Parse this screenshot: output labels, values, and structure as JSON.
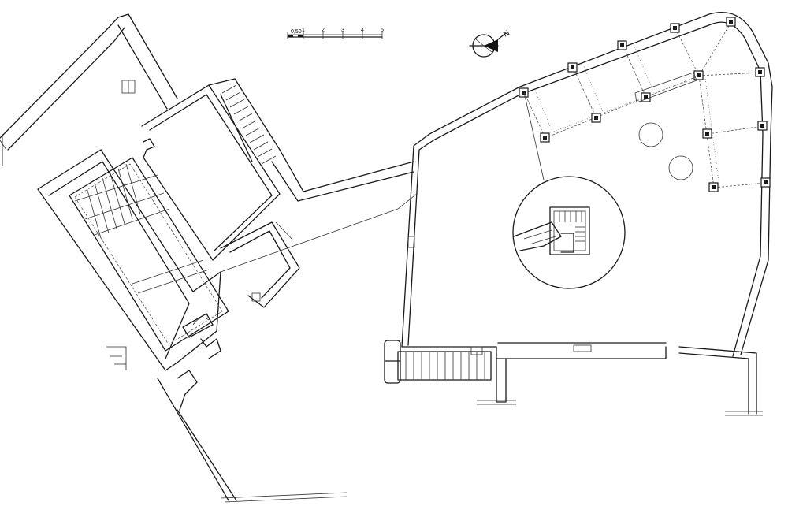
{
  "scale_bar": {
    "labels": [
      "0,50",
      "1",
      "2",
      "3",
      "4",
      "5"
    ]
  },
  "north_arrow": {
    "label": "N",
    "icon": "north-arrow-icon"
  }
}
